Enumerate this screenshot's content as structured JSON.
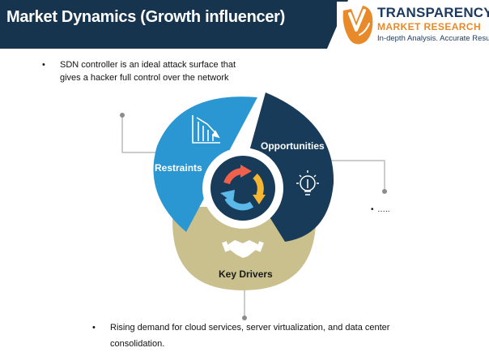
{
  "header": {
    "title": "Market Dynamics (Growth influencer)",
    "bar_color": "#17344f"
  },
  "logo": {
    "name": "TRANSPARENCY",
    "subtitle": "MARKET RESEARCH",
    "tagline": "In-depth Analysis. Accurate Results"
  },
  "segments": {
    "restraints": {
      "label": "Restraints",
      "color": "#2a96d2",
      "icon": "declining-bar-chart-icon",
      "bullet": "SDN controller is an ideal attack surface that gives a hacker full control over the network"
    },
    "opportunities": {
      "label": "Opportunities",
      "color": "#173b58",
      "icon": "lightbulb-icon",
      "bullet": "….."
    },
    "drivers": {
      "label": "Key Drivers",
      "color": "#c9c08e",
      "icon": "handshake-icon",
      "bullet": "Rising demand for cloud services, server virtualization, and data center consolidation."
    }
  },
  "center": {
    "icon": "cycle-arrows-icon",
    "colors": [
      "#f0604a",
      "#f5b731",
      "#5bb8e8"
    ]
  },
  "bullet_glyph": "•"
}
